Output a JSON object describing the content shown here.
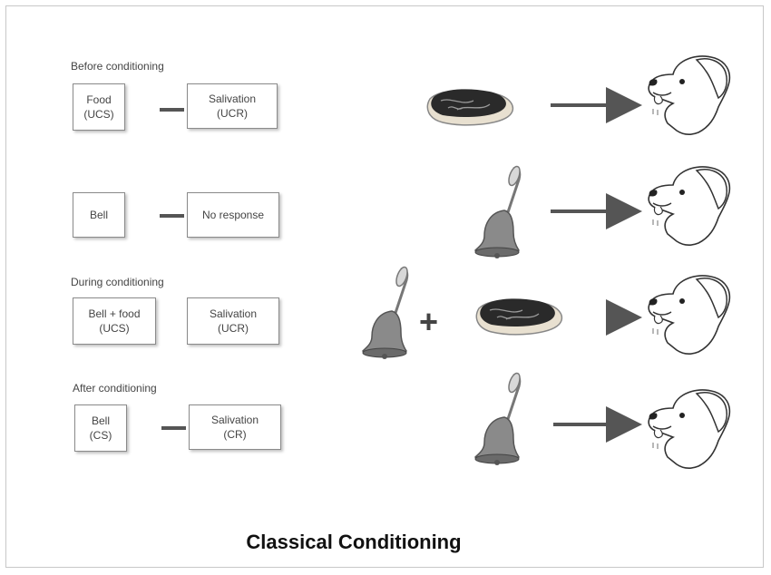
{
  "title": "Classical Conditioning",
  "stages": [
    {
      "label": "Before conditioning",
      "stimulus": "Food\n(UCS)",
      "response": "Salivation\n(UCR)",
      "connector": true
    },
    {
      "label": "",
      "stimulus": "Bell",
      "response": "No response",
      "connector": true
    },
    {
      "label": "During conditioning",
      "stimulus": "Bell + food\n(UCS)",
      "response": "Salivation\n(UCR)",
      "connector": false
    },
    {
      "label": "After conditioning",
      "stimulus": "Bell\n(CS)",
      "response": "Salivation\n(CR)",
      "connector": true
    }
  ],
  "plus_sign": "+",
  "illustrations": {
    "meat": "steak-icon",
    "bell": "bell-icon",
    "dog": "dog-head-icon",
    "arrow": "arrow-right-icon"
  },
  "colors": {
    "meat": "#2a2a2a",
    "bell": "#7a7a7a",
    "arrow": "#555555",
    "box_border": "#8a8a8a"
  }
}
